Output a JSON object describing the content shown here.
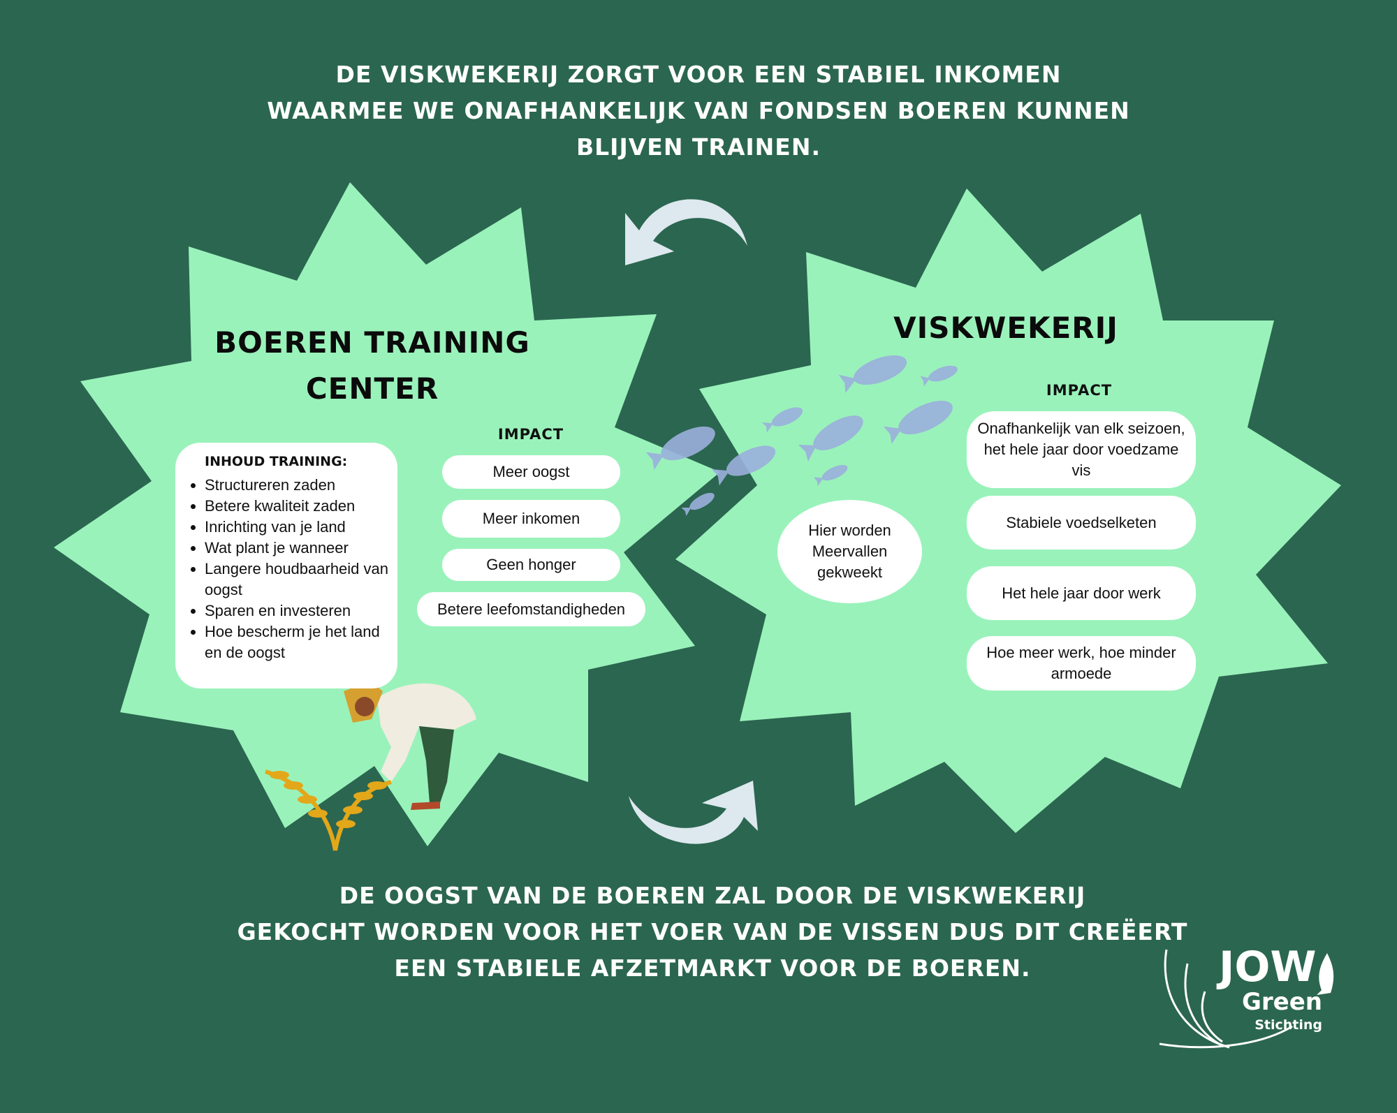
{
  "header": {
    "lines": [
      "DE VISKWEKERIJ ZORGT VOOR EEN STABIEL INKOMEN",
      "WAARMEE WE ONAFHANKELIJK VAN FONDSEN BOEREN KUNNEN",
      "BLIJVEN TRAINEN."
    ]
  },
  "left": {
    "title_lines": [
      "BOEREN TRAINING",
      "CENTER"
    ],
    "training": {
      "heading": "INHOUD TRAINING:",
      "items": [
        "Structureren zaden",
        "Betere kwaliteit zaden",
        "Inrichting van je land",
        "Wat plant je wanneer",
        "Langere houdbaarheid van oogst",
        "Sparen en investeren",
        "Hoe bescherm je het land en de oogst"
      ]
    },
    "impact_label": "IMPACT",
    "impacts": [
      "Meer oogst",
      "Meer inkomen",
      "Geen honger",
      "Betere leefomstandigheden"
    ]
  },
  "right": {
    "title": "VISKWEKERIJ",
    "oval_text": "Hier worden Meervallen gekweekt",
    "impact_label": "IMPACT",
    "impacts": [
      "Onafhankelijk van elk seizoen, het hele jaar door voedzame vis",
      "Stabiele voedselketen",
      "Het hele jaar door werk",
      "Hoe meer werk, hoe minder armoede"
    ]
  },
  "footer": {
    "lines": [
      "DE OOGST VAN DE BOEREN ZAL DOOR DE VISKWEKERIJ",
      "GEKOCHT WORDEN VOOR HET VOER VAN DE VISSEN DUS DIT CREËERT",
      "EEN STABIELE AFZETMARKT VOOR DE BOEREN."
    ]
  },
  "logo": {
    "line1": "JOW",
    "line2": "Green",
    "line3": "Stichting"
  },
  "colors": {
    "background": "#2b6650",
    "star": "#9af2bb",
    "fish": "#9bb0dc",
    "arrow": "#dde9ee"
  }
}
